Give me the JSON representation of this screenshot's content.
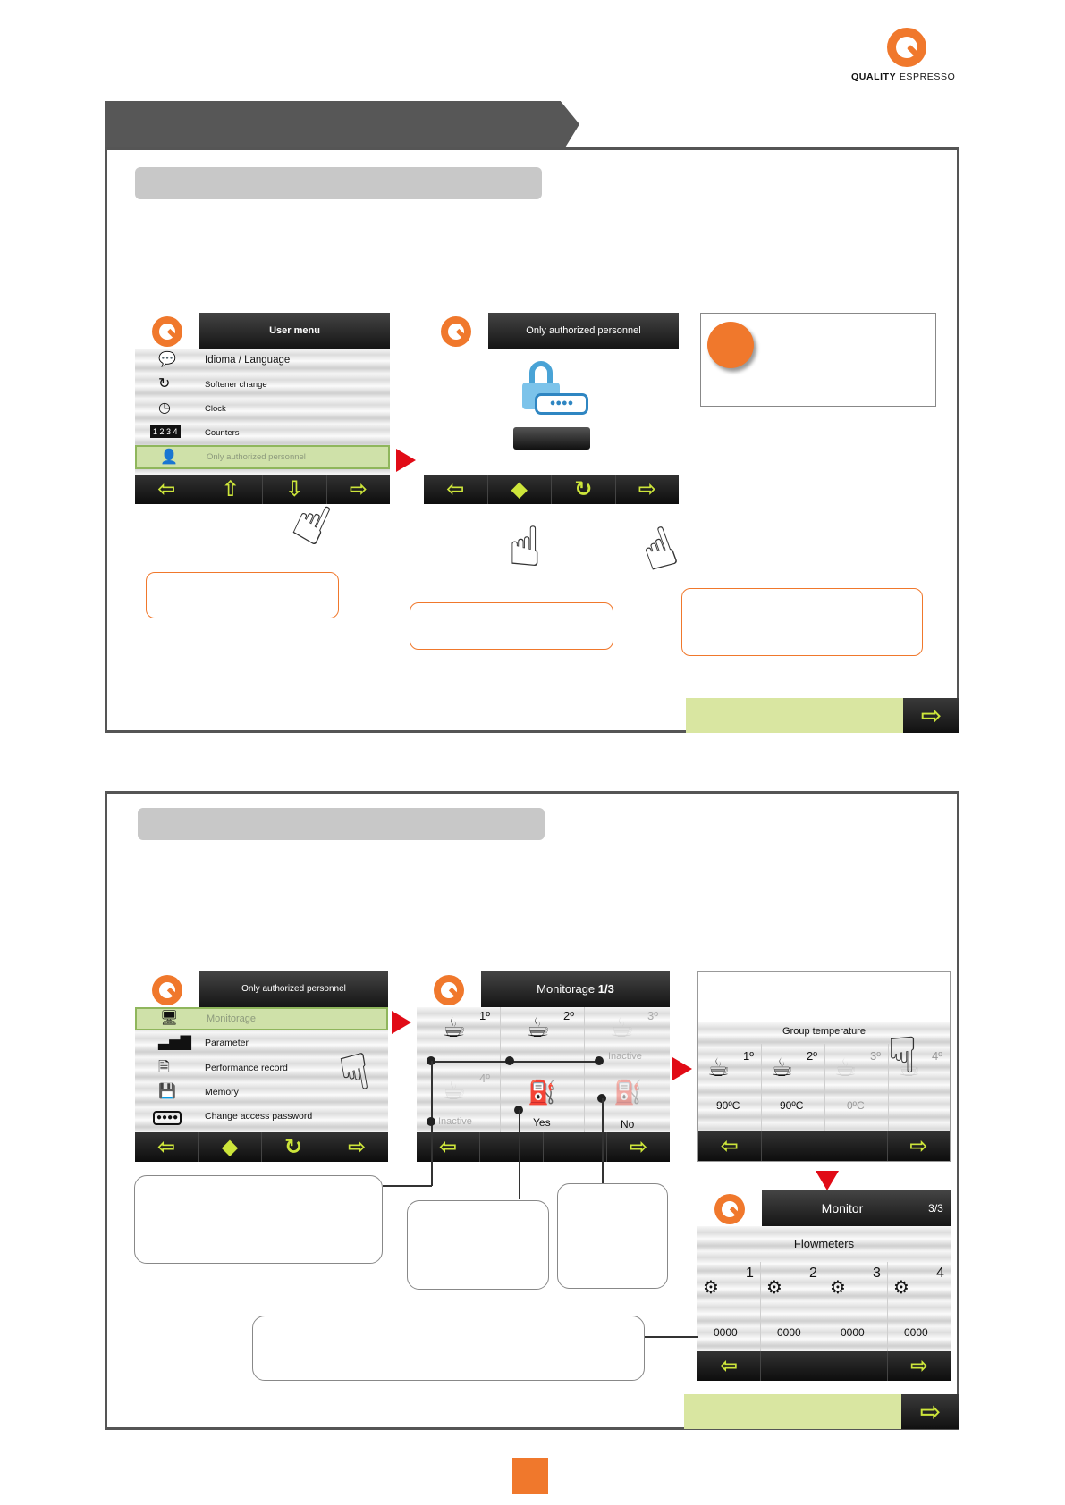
{
  "brand": {
    "name_bold": "QUALITY",
    "name_light": "ESPRESSO",
    "accent": "#f0782c"
  },
  "screen1": {
    "title": "User menu",
    "items": [
      {
        "icon": "speech-bubble-icon",
        "label": "Idioma / Language"
      },
      {
        "icon": "refresh-icon",
        "label": "Softener change"
      },
      {
        "icon": "clock-icon",
        "label": "Clock"
      },
      {
        "icon": "counter-digits-icon",
        "label": "Counters",
        "digits": "1 2 3 4"
      },
      {
        "icon": "person-icon",
        "label": "Only authorized personnel"
      }
    ]
  },
  "screen2": {
    "title": "Only authorized personnel"
  },
  "screen3": {
    "title": "Only authorized personnel",
    "items": [
      {
        "icon": "monitor-icon",
        "label": "Monitorage"
      },
      {
        "icon": "bar-chart-icon",
        "label": "Parameter"
      },
      {
        "icon": "document-icon",
        "label": "Performance record"
      },
      {
        "icon": "floppy-disk-icon",
        "label": "Memory"
      },
      {
        "icon": "password-icon",
        "label": "Change access password"
      }
    ]
  },
  "screen4": {
    "title": "Monitorage",
    "page": "1/3",
    "groups": [
      {
        "num": "1º",
        "state": ""
      },
      {
        "num": "2º",
        "state": ""
      },
      {
        "num": "3º",
        "state": "Inactive"
      },
      {
        "num": "4º",
        "state": "Inactive"
      }
    ],
    "boiler_yes": "Yes",
    "boiler_no": "No"
  },
  "screen5": {
    "title": "Group temperature",
    "groups": [
      {
        "num": "1º",
        "temp": "90ºC"
      },
      {
        "num": "2º",
        "temp": "90ºC"
      },
      {
        "num": "3º",
        "temp": "0ºC"
      },
      {
        "num": "4º",
        "temp": ""
      }
    ]
  },
  "screen6": {
    "title": "Monitor",
    "page": "3/3",
    "subtitle": "Flowmeters",
    "meters": [
      {
        "num": "1",
        "value": "0000"
      },
      {
        "num": "2",
        "value": "0000"
      },
      {
        "num": "3",
        "value": "0000"
      },
      {
        "num": "4",
        "value": "0000"
      }
    ]
  },
  "nav_arrows": {
    "left": "⇦",
    "up": "⇧",
    "down": "⇩",
    "right": "⇨",
    "ok": "◆",
    "reset": "↻"
  }
}
